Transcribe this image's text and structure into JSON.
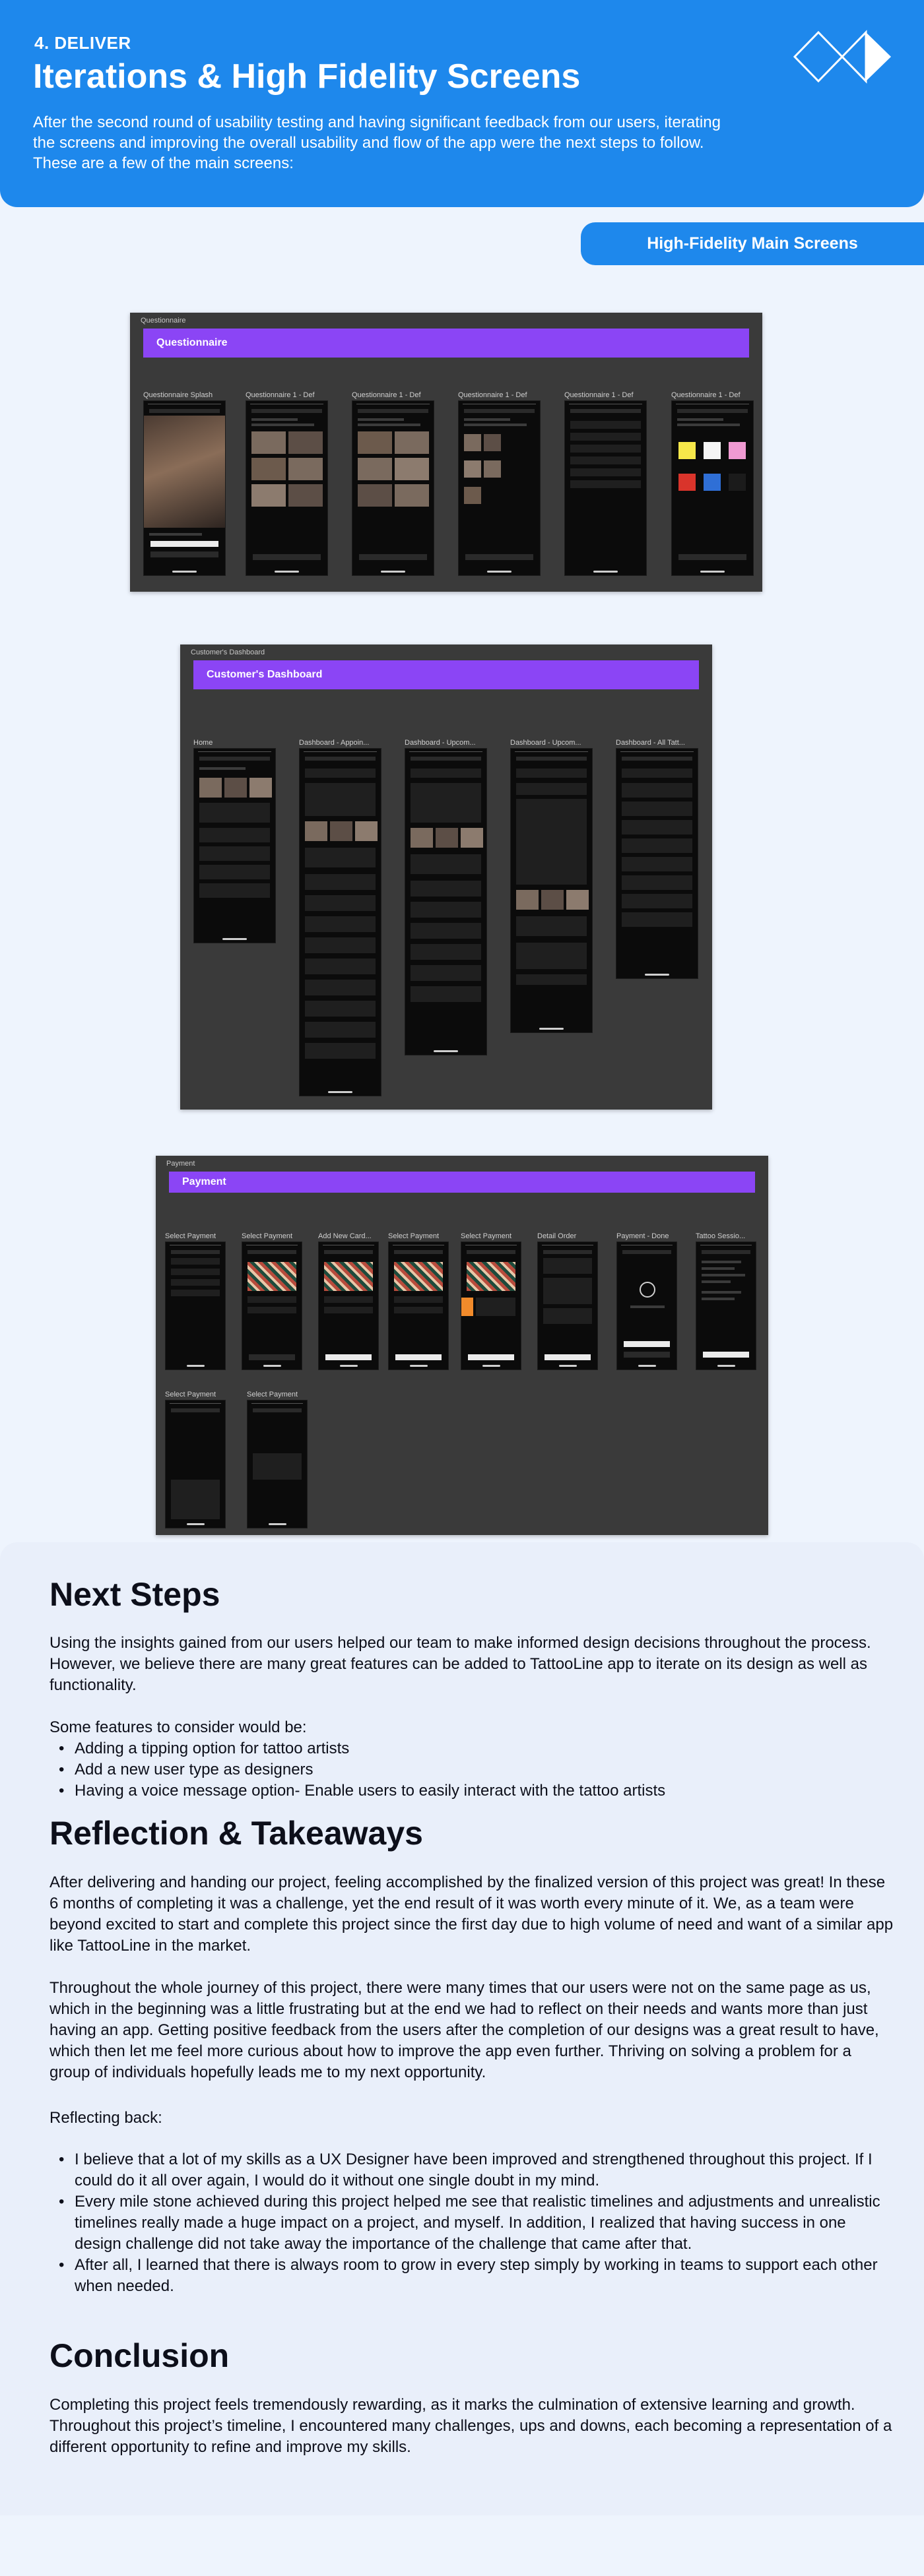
{
  "header": {
    "eyebrow": "4. DELIVER",
    "title": "Iterations & High Fidelity Screens",
    "description": "After the second round of usability testing and having significant feedback from our users, iterating the screens and improving the overall usability and flow of the app were the next steps to follow. These are a few of the main screens:",
    "accent_color": "#1e88ec"
  },
  "section_pill": "High-Fidelity Main Screens",
  "boards": {
    "questionnaire": {
      "tag": "Questionnaire",
      "banner": "Questionnaire",
      "screens": [
        "Questionnaire Splash",
        "Questionnaire 1 - Def",
        "Questionnaire 1 - Def",
        "Questionnaire 1 - Def",
        "Questionnaire 1 - Def",
        "Questionnaire 1 - Def"
      ]
    },
    "dashboard": {
      "tag": "Customer's Dashboard",
      "banner": "Customer's Dashboard",
      "screens": [
        "Home",
        "Dashboard - Appoin...",
        "Dashboard - Upcom...",
        "Dashboard - Upcom...",
        "Dashboard - All Tatt..."
      ]
    },
    "payment": {
      "tag": "Payment",
      "banner": "Payment",
      "screens": [
        "Select Payment",
        "Select Payment",
        "Add New Card...",
        "Select Payment",
        "Select Payment",
        "Detail Order",
        "Payment - Done",
        "Tattoo Sessio...",
        "Select Payment",
        "Select Payment"
      ]
    },
    "banner_color": "#8b45f5"
  },
  "next_steps": {
    "title": "Next Steps",
    "paragraph": "Using the insights gained from our users helped our team to make informed design decisions throughout the process. However, we believe there are many great features can be added to TattooLine app to iterate on its design as well as functionality.",
    "intro": "Some features to consider would be:",
    "features": [
      "Adding a tipping option for tattoo artists",
      "Add a new user type as designers",
      "Having a voice message option- Enable users to easily interact with the tattoo artists"
    ]
  },
  "reflection": {
    "title": "Reflection & Takeaways",
    "p1": "After delivering and handing our project, feeling accomplished  by the finalized version of this project  was great!  In these 6 months of completing it was a challenge, yet the end result of it was worth every minute of it. We, as a team were  beyond excited to start and complete this project since the first day due to high volume of need and want of a similar app like TattooLine in the market.",
    "p2": "Throughout the whole journey of this project, there were many times that our users were not on the same page as us, which in the beginning was a little frustrating but at the end we had to reflect on their needs and wants more than just having an app. Getting positive feedback from the users after the completion of our designs was a great result to have, which then let me feel more curious about how to improve the app even further. Thriving on solving a problem for a group of individuals hopefully leads me to my next opportunity.",
    "intro": "Reflecting back:",
    "points": [
      "I believe that a lot of my skills as a UX Designer have been improved and  strengthened throughout this project. If I could do it all over again, I would do it without one single doubt in my mind.",
      "Every mile stone achieved during this project helped me see that realistic timelines and adjustments and unrealistic timelines really made a huge impact on a project, and myself. In addition, I realized that having success in one design challenge did not take away the importance of the challenge that came after that.",
      "After all, I learned that there is always room to grow in every step simply by working in teams to support each other when needed."
    ]
  },
  "conclusion": {
    "title": "Conclusion",
    "paragraph": "Completing this project feels tremendously rewarding, as it marks the culmination of extensive learning and growth. Throughout this project’s timeline, I encountered many challenges, ups and downs, each becoming a representation of a different opportunity to refine and improve my skills."
  }
}
